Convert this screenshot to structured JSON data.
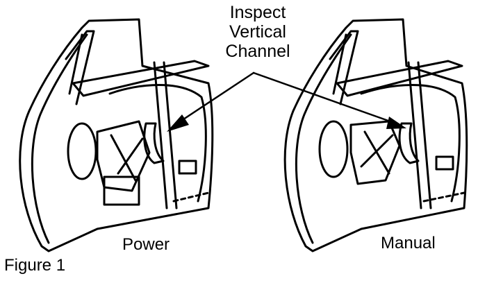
{
  "figure": {
    "callout_lines": [
      "Inspect",
      "Vertical",
      "Channel"
    ],
    "left_panel_label": "Power",
    "right_panel_label": "Manual",
    "figure_label": "Figure 1"
  },
  "style": {
    "ink": "#000000",
    "paper": "#ffffff"
  }
}
